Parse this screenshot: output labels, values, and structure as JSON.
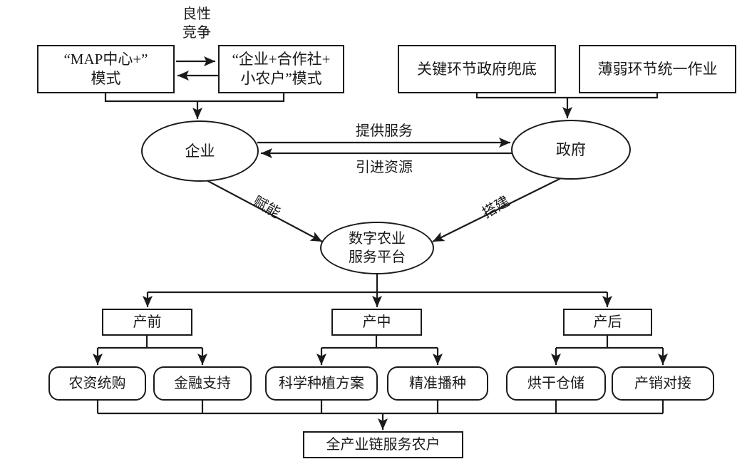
{
  "diagram": {
    "title_hint": "数字农业服务平台组织模式图",
    "colors": {
      "line": "#1a1a1a",
      "text": "#1a1a1a",
      "background": "#ffffff"
    },
    "top_left": {
      "competition_line1": "良性",
      "competition_line2": "竞争",
      "map_box_line1": "“MAP中心+”",
      "map_box_line2": "模式",
      "coop_box_line1": "“企业+合作社+",
      "coop_box_line2": "小农户”模式"
    },
    "top_right": {
      "gov_support_box": "关键环节政府兜底",
      "unified_ops_box": "薄弱环节统一作业"
    },
    "nodes": {
      "enterprise": "企业",
      "government": "政府",
      "platform_line1": "数字农业",
      "platform_line2": "服务平台",
      "farmers_box": "全产业链服务农户"
    },
    "edge_labels": {
      "provide_services": "提供服务",
      "introduce_resources": "引进资源",
      "empower": "赋能",
      "build": "搭建"
    },
    "stages": [
      {
        "label": "产前",
        "children": [
          "农资统购",
          "金融支持"
        ]
      },
      {
        "label": "产中",
        "children": [
          "科学种植方案",
          "精准播种"
        ]
      },
      {
        "label": "产后",
        "children": [
          "烘干仓储",
          "产销对接"
        ]
      }
    ]
  }
}
